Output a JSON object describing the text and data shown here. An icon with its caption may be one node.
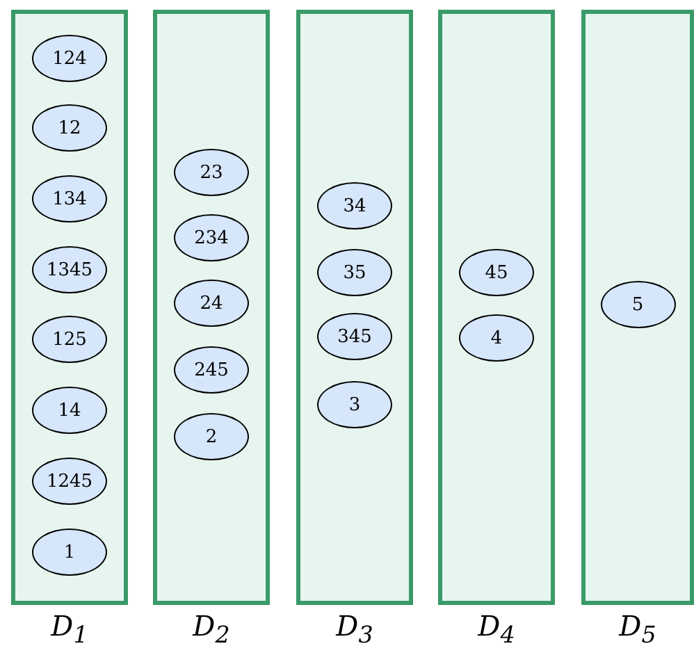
{
  "diagram": {
    "nodes": [
      {
        "text": [
          "D$_{1}$"
        ]
      },
      {
        "text": [
          "124"
        ],
        "in": 0
      },
      {
        "text": [
          "12"
        ],
        "in": 0
      },
      {
        "text": [
          "134"
        ],
        "in": 0
      },
      {
        "text": [
          "1345"
        ],
        "in": 0
      },
      {
        "text": [
          "125"
        ],
        "in": 0
      },
      {
        "text": [
          "14"
        ],
        "in": 0
      },
      {
        "text": [
          "1245"
        ],
        "in": 0
      },
      {
        "text": [
          "1"
        ],
        "in": 0
      },
      {
        "text": [
          "D$_{2}$"
        ]
      },
      {
        "text": [
          "23"
        ],
        "in": 9
      },
      {
        "text": [
          "234"
        ],
        "in": 9
      },
      {
        "text": [
          "24"
        ],
        "in": 9
      },
      {
        "text": [
          "245"
        ],
        "in": 9
      },
      {
        "text": [
          "2"
        ],
        "in": 9
      },
      {
        "text": [
          "D$_{3}$"
        ]
      },
      {
        "text": [
          "34"
        ],
        "in": 15
      },
      {
        "text": [
          "35"
        ],
        "in": 15
      },
      {
        "text": [
          "345"
        ],
        "in": 15
      },
      {
        "text": [
          "3"
        ],
        "in": 15
      },
      {
        "text": [
          "D$_{4}$"
        ]
      },
      {
        "text": [
          "45"
        ],
        "in": 20
      },
      {
        "text": [
          "4"
        ],
        "in": 20
      },
      {
        "text": [
          "D$_{5}$"
        ]
      },
      {
        "text": [
          "5"
        ],
        "in": 23
      }
    ]
  }
}
